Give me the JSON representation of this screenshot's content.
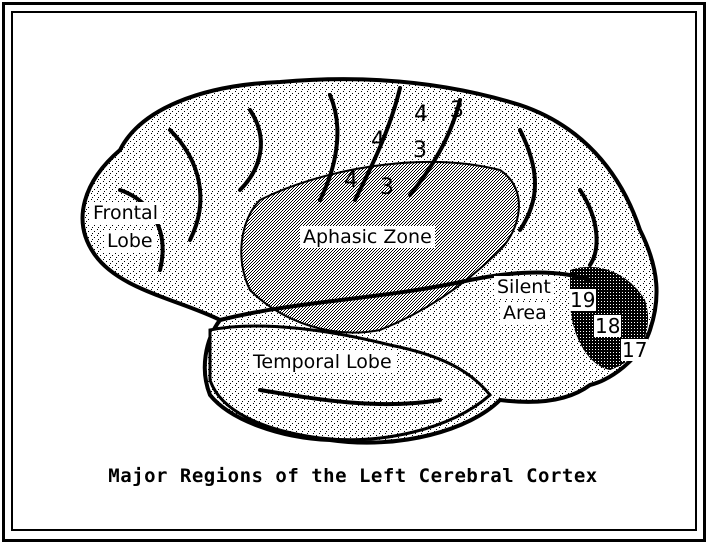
{
  "labels": {
    "frontal_line1": "Frontal",
    "frontal_line2": "Lobe",
    "aphasic": "Aphasic Zone",
    "silent_line1": "Silent",
    "silent_line2": "Area",
    "temporal": "Temporal Lobe"
  },
  "area_numbers": {
    "a1": "4",
    "a2": "3",
    "a3": "4",
    "a4": "3",
    "a5": "4",
    "a6": "3",
    "b1": "19",
    "b2": "18",
    "b3": "17"
  },
  "caption": "Major Regions of the Left Cerebral Cortex"
}
